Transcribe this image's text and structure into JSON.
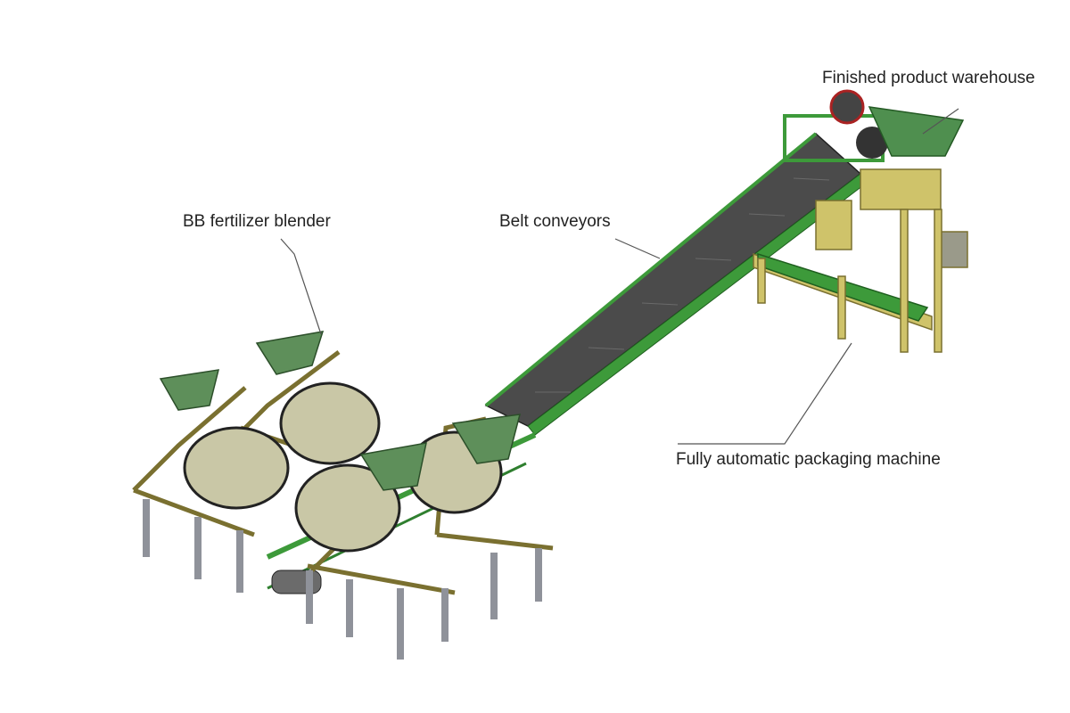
{
  "labels": {
    "warehouse": "Finished product warehouse",
    "blender": "BB fertilizer blender",
    "conveyor": "Belt conveyors",
    "packaging": "Fully automatic packaging machine"
  },
  "colors": {
    "frame": "#b6ad4a",
    "hopper": "#5e8f5a",
    "drum": "#c9c7a6",
    "belt": "#4a4a4a",
    "rail": "#3d9a3a",
    "leg": "#8f929a"
  }
}
